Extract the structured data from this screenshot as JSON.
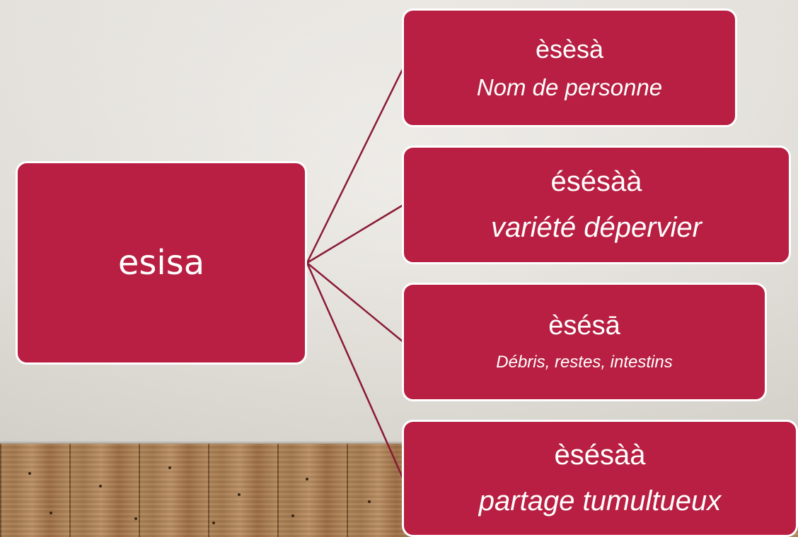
{
  "colors": {
    "node_fill": "#b81f42",
    "node_border": "#ffffff",
    "connector": "#8a1a34",
    "wall": "#e7e4de",
    "floor": "#b08458"
  },
  "root": {
    "label": "esisa"
  },
  "children": [
    {
      "word": "èsèsà",
      "gloss": "Nom de personne"
    },
    {
      "word": "ésésàà",
      "gloss": "variété dépervier"
    },
    {
      "word": "èsésā",
      "gloss": "Débris, restes, intestins"
    },
    {
      "word": "èsésàà",
      "gloss": "partage tumultueux"
    }
  ]
}
